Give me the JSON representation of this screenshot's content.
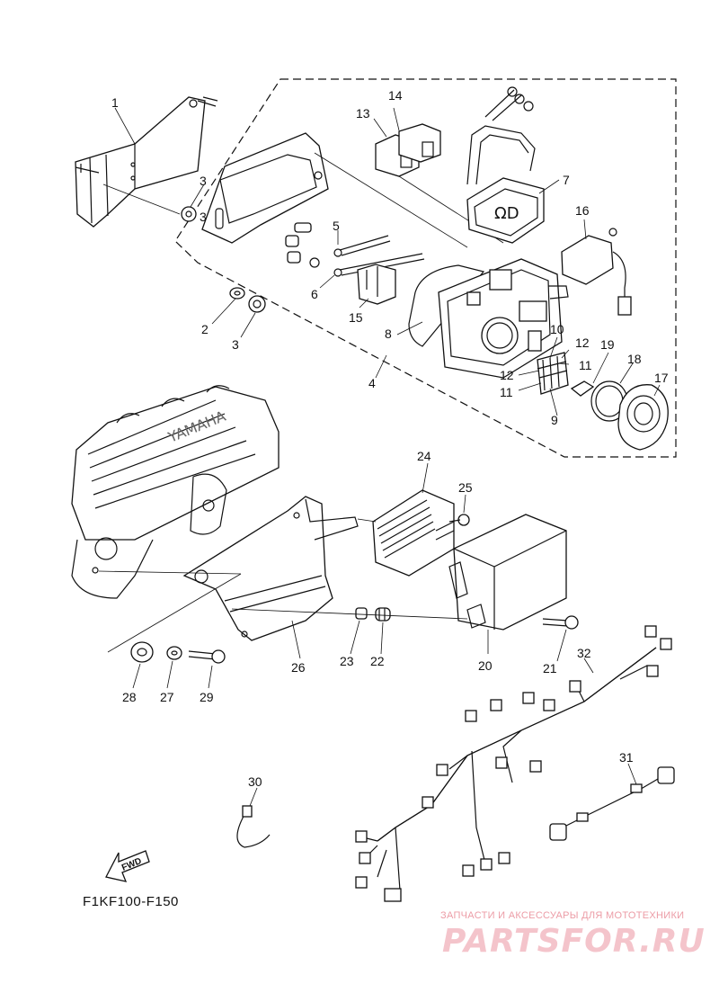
{
  "diagram": {
    "code": "F1KF100-F150",
    "fwd_label": "FWD",
    "watermark_line1": "ЗАПЧАСТИ И АКСЕССУАРЫ ДЛЯ МОТОТЕХНИКИ",
    "watermark_logo": "PARTSFOR.RU",
    "engine_text": "YAMAHA",
    "connector_text": "ΩD",
    "callouts": [
      {
        "id": "c1",
        "text": "1"
      },
      {
        "id": "c2",
        "text": "2"
      },
      {
        "id": "c3a",
        "text": "3"
      },
      {
        "id": "c3b",
        "text": "3"
      },
      {
        "id": "c4",
        "text": "4"
      },
      {
        "id": "c5",
        "text": "5"
      },
      {
        "id": "c6",
        "text": "6"
      },
      {
        "id": "c7",
        "text": "7"
      },
      {
        "id": "c8",
        "text": "8"
      },
      {
        "id": "c9",
        "text": "9"
      },
      {
        "id": "c10",
        "text": "10"
      },
      {
        "id": "c11a",
        "text": "11"
      },
      {
        "id": "c11b",
        "text": "11"
      },
      {
        "id": "c12a",
        "text": "12"
      },
      {
        "id": "c12b",
        "text": "12"
      },
      {
        "id": "c13",
        "text": "13"
      },
      {
        "id": "c14",
        "text": "14"
      },
      {
        "id": "c15",
        "text": "15"
      },
      {
        "id": "c16",
        "text": "16"
      },
      {
        "id": "c17",
        "text": "17"
      },
      {
        "id": "c18",
        "text": "18"
      },
      {
        "id": "c19",
        "text": "19"
      },
      {
        "id": "c20",
        "text": "20"
      },
      {
        "id": "c21",
        "text": "21"
      },
      {
        "id": "c22",
        "text": "22"
      },
      {
        "id": "c23",
        "text": "23"
      },
      {
        "id": "c24",
        "text": "24"
      },
      {
        "id": "c25",
        "text": "25"
      },
      {
        "id": "c26",
        "text": "26"
      },
      {
        "id": "c27",
        "text": "27"
      },
      {
        "id": "c28",
        "text": "28"
      },
      {
        "id": "c29",
        "text": "29"
      },
      {
        "id": "c30",
        "text": "30"
      },
      {
        "id": "c31",
        "text": "31"
      },
      {
        "id": "c32",
        "text": "32"
      }
    ]
  }
}
